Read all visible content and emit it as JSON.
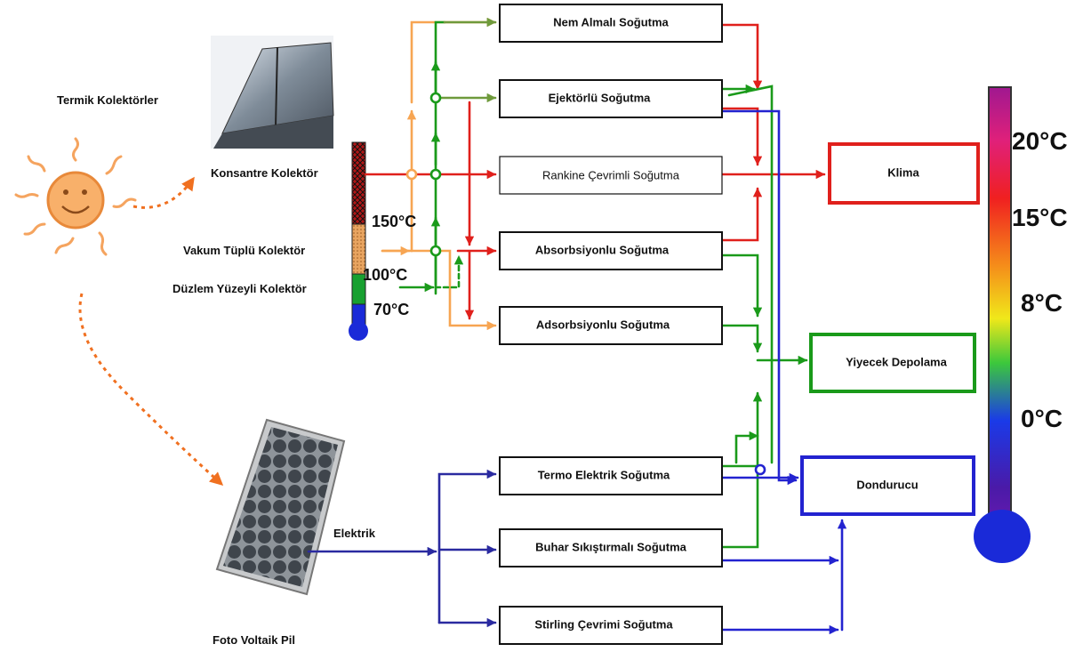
{
  "sources": {
    "termik": "Termik Kolektörler",
    "konsantre": "Konsantre Kolektör",
    "vakum": "Vakum Tüplü Kolektör",
    "duzlem": "Düzlem Yüzeyli Kolektör",
    "pv": "Foto Voltaik Pil",
    "elektrik": "Elektrik"
  },
  "collector_temps": [
    "150°C",
    "100°C",
    "70°C"
  ],
  "processes": [
    "Nem Almalı Soğutma",
    "Ejektörlü Soğutma",
    "Rankine Çevrimli Soğutma",
    "Absorbsiyonlu Soğutma",
    "Adsorbsiyonlu Soğutma",
    "Termo Elektrik Soğutma",
    "Buhar Sıkıştırmalı Soğutma",
    "Stirling Çevrimi Soğutma"
  ],
  "applications": [
    "Klima",
    "Yiyecek Depolama",
    "Dondurucu"
  ],
  "scale_labels": [
    "20°C",
    "15°C",
    "8°C",
    "0°C"
  ],
  "colors": {
    "red": "#e0201c",
    "green": "#1a9a1a",
    "blue": "#2323d0",
    "orange": "#f7a552",
    "olive": "#6f9a3c",
    "navy": "#2a2aa0",
    "sun": "#f5a45f"
  }
}
